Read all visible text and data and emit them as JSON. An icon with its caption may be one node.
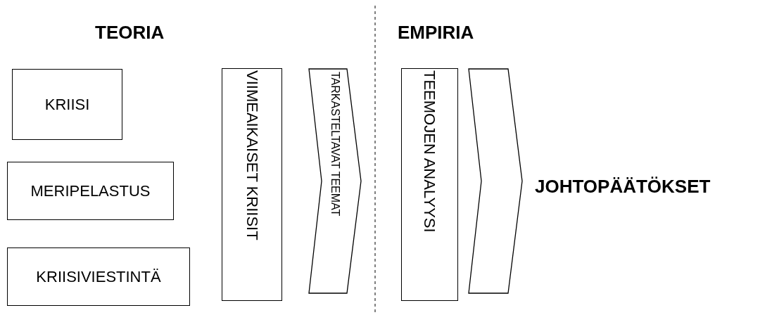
{
  "diagram": {
    "nodes": [
      {
        "text": [
          "KRIISI"
        ]
      },
      {
        "text": [
          "MERIPELASTUS"
        ]
      },
      {
        "text": [
          "KRIISIVIESTINTÄ"
        ]
      },
      {
        "text": [
          "VIIMEAIKAISET KRIISIT"
        ]
      },
      {
        "text": [
          "TARKASTELTAVAT TEEMAT"
        ]
      },
      {
        "text": [
          "TEEMOJEN ANALYYSI"
        ]
      },
      {
        "text": [],
        "shape": "chevron"
      },
      {
        "text": [
          "JOHTOPÄÄTÖKSET"
        ]
      }
    ],
    "labels": [
      "TEORIA",
      "EMPIRIA"
    ]
  }
}
